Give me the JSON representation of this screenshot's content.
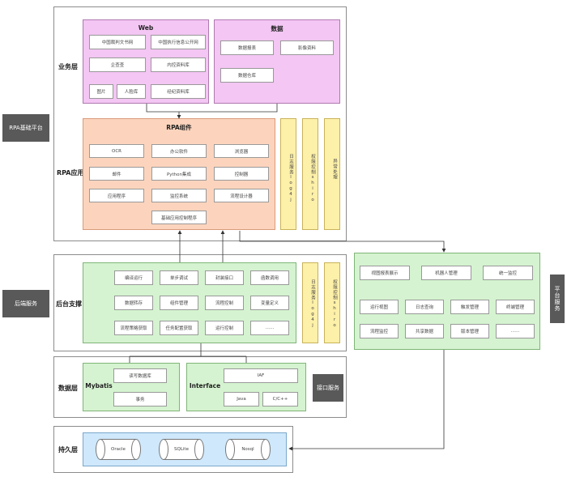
{
  "side_labels": {
    "rpa_platform": "RPA基础平台",
    "backend_service": "后端服务",
    "platform_service": "平台服务",
    "interface_service": "接口服务"
  },
  "layers": {
    "business": "业务层",
    "rpa_app": "RPA应用",
    "backend": "后台支撑",
    "data": "数据层",
    "persist": "持久层"
  },
  "web": {
    "title": "Web",
    "items": [
      "中国裁判文书网",
      "中国执行信息公开网",
      "企查查",
      "内控资料库",
      "图片",
      "人脸库",
      "经纪资料库"
    ]
  },
  "data_panel": {
    "title": "数据",
    "items": [
      "数据报表",
      "影像资料",
      "数据仓库"
    ]
  },
  "rpa": {
    "title": "RPA组件",
    "items": [
      "OCR",
      "办公软件",
      "浏览器",
      "邮件",
      "Python集成",
      "控制器",
      "应用程序",
      "监控系统",
      "流程设计器",
      "基础应用控制程序"
    ]
  },
  "side_columns": {
    "log": "日志服务log4j",
    "perm": "权限控制shiro",
    "exception": "异常处理"
  },
  "backend": {
    "items": [
      "编译运行",
      "单步调试",
      "封装接口",
      "函数调用",
      "数据转存",
      "组件管理",
      "流程控制",
      "变量定义",
      "流程策略获取",
      "任务配置获取",
      "运行控制",
      "……"
    ],
    "log": "日志服务log4j",
    "perm": "权限控制shiro"
  },
  "platform": {
    "items": [
      "视图报表展示",
      "机器人管理",
      "统一监控",
      "运行视图",
      "日志查询",
      "触发管理",
      "终端管理",
      "流程监控",
      "共享数据",
      "版本管理",
      "……"
    ]
  },
  "mybatis": {
    "title": "Mybatis",
    "items": [
      "读写数据库",
      "事务"
    ]
  },
  "interface": {
    "title": "Interface",
    "items": [
      "IAF",
      "Java",
      "C/C++"
    ]
  },
  "persist": {
    "items": [
      "Oracle",
      "SQLite",
      "Nosql"
    ]
  },
  "colors": {
    "pink": "#f3c6f3",
    "orange": "#fcd4bd",
    "yellow": "#fdf0a8",
    "green": "#d5f3d0",
    "blue": "#cfe8fb",
    "side": "#595959"
  }
}
